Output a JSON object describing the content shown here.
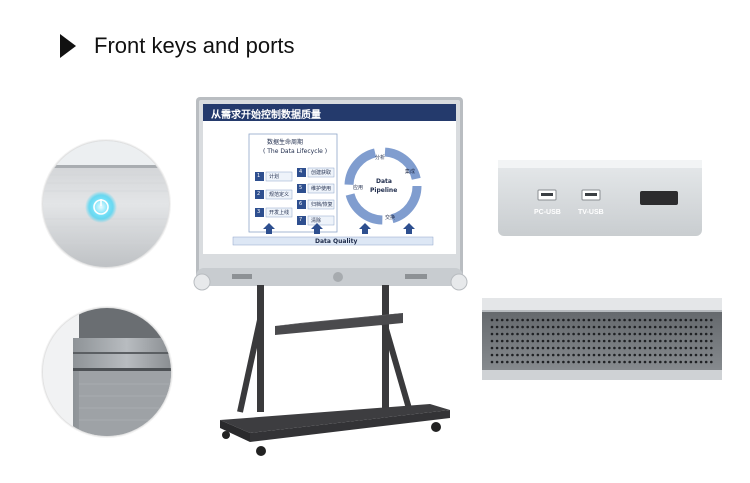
{
  "heading": {
    "title": "Front keys and ports",
    "arrow_icon": "triangle-right-icon"
  },
  "screen": {
    "title": "从需求开始控制数据质量",
    "lifecycle_title": "数据生命周期",
    "lifecycle_subtitle": "( The Data Lifecycle )",
    "steps": [
      {
        "num": "1",
        "label": "计划"
      },
      {
        "num": "2",
        "label": "规范定义"
      },
      {
        "num": "3",
        "label": "开发上线"
      },
      {
        "num": "4",
        "label": "创建获取"
      },
      {
        "num": "5",
        "label": "维护使用"
      },
      {
        "num": "6",
        "label": "归档/恢复"
      },
      {
        "num": "7",
        "label": "清除"
      }
    ],
    "pipeline_label_1": "Data",
    "pipeline_label_2": "Pipeline",
    "ring_labels": [
      "分析",
      "集成",
      "交换",
      "应用"
    ],
    "footer": "Data Quality"
  },
  "ports": {
    "port_1_label": "PC-USB",
    "port_2_label": "TV-USB"
  },
  "colors": {
    "screen_header": "#243a6c",
    "power_glow": "#39d3f5",
    "stand": "#3a3a3c"
  }
}
